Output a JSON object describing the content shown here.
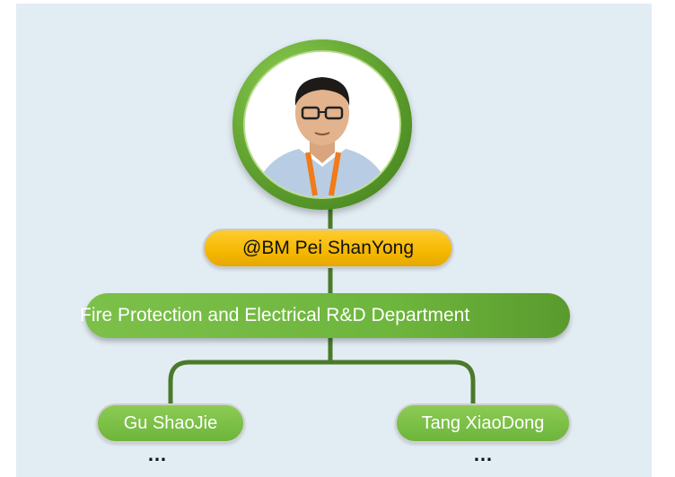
{
  "manager": {
    "label": "@BM  Pei ShanYong",
    "photo_icon": "person-photo"
  },
  "department": {
    "label": "Fire Protection and Electrical R&D Department"
  },
  "children": [
    {
      "label": "Gu ShaoJie",
      "more": "…"
    },
    {
      "label": "Tang XiaoDong",
      "more": "…"
    }
  ],
  "colors": {
    "background": "#e2edf3",
    "green": "#6db53c",
    "dark_green": "#4a7a2a",
    "gold": "#f5b700"
  }
}
